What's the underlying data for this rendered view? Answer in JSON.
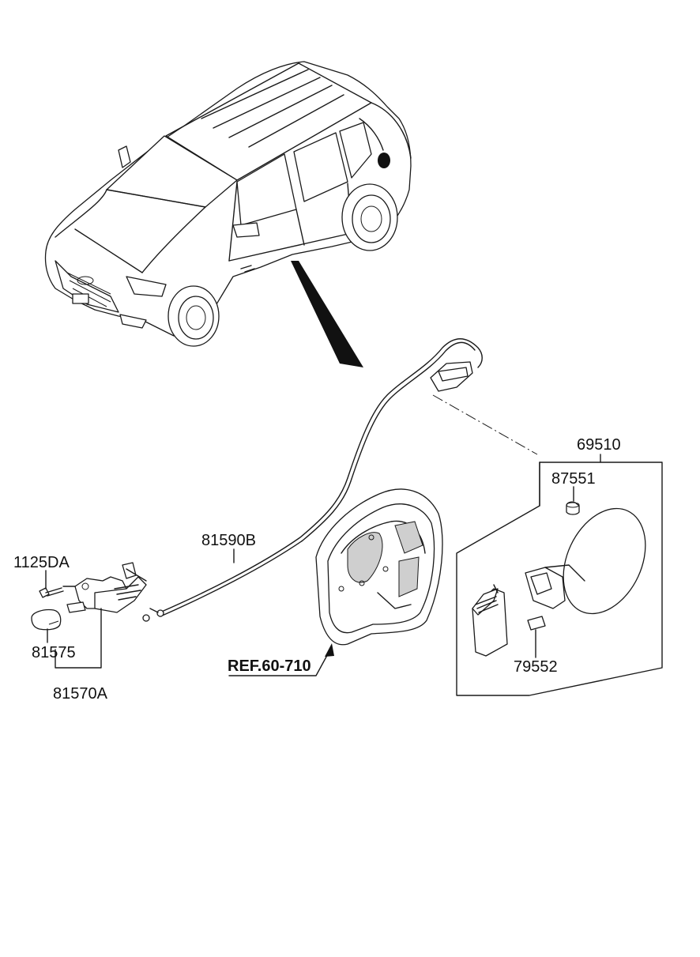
{
  "diagram": {
    "part_labels": {
      "p69510": "69510",
      "p87551": "87551",
      "p79552": "79552",
      "p81590B": "81590B",
      "p1125DA": "1125DA",
      "p81575": "81575",
      "p81570A": "81570A"
    },
    "reference_label": "REF.60-710"
  }
}
